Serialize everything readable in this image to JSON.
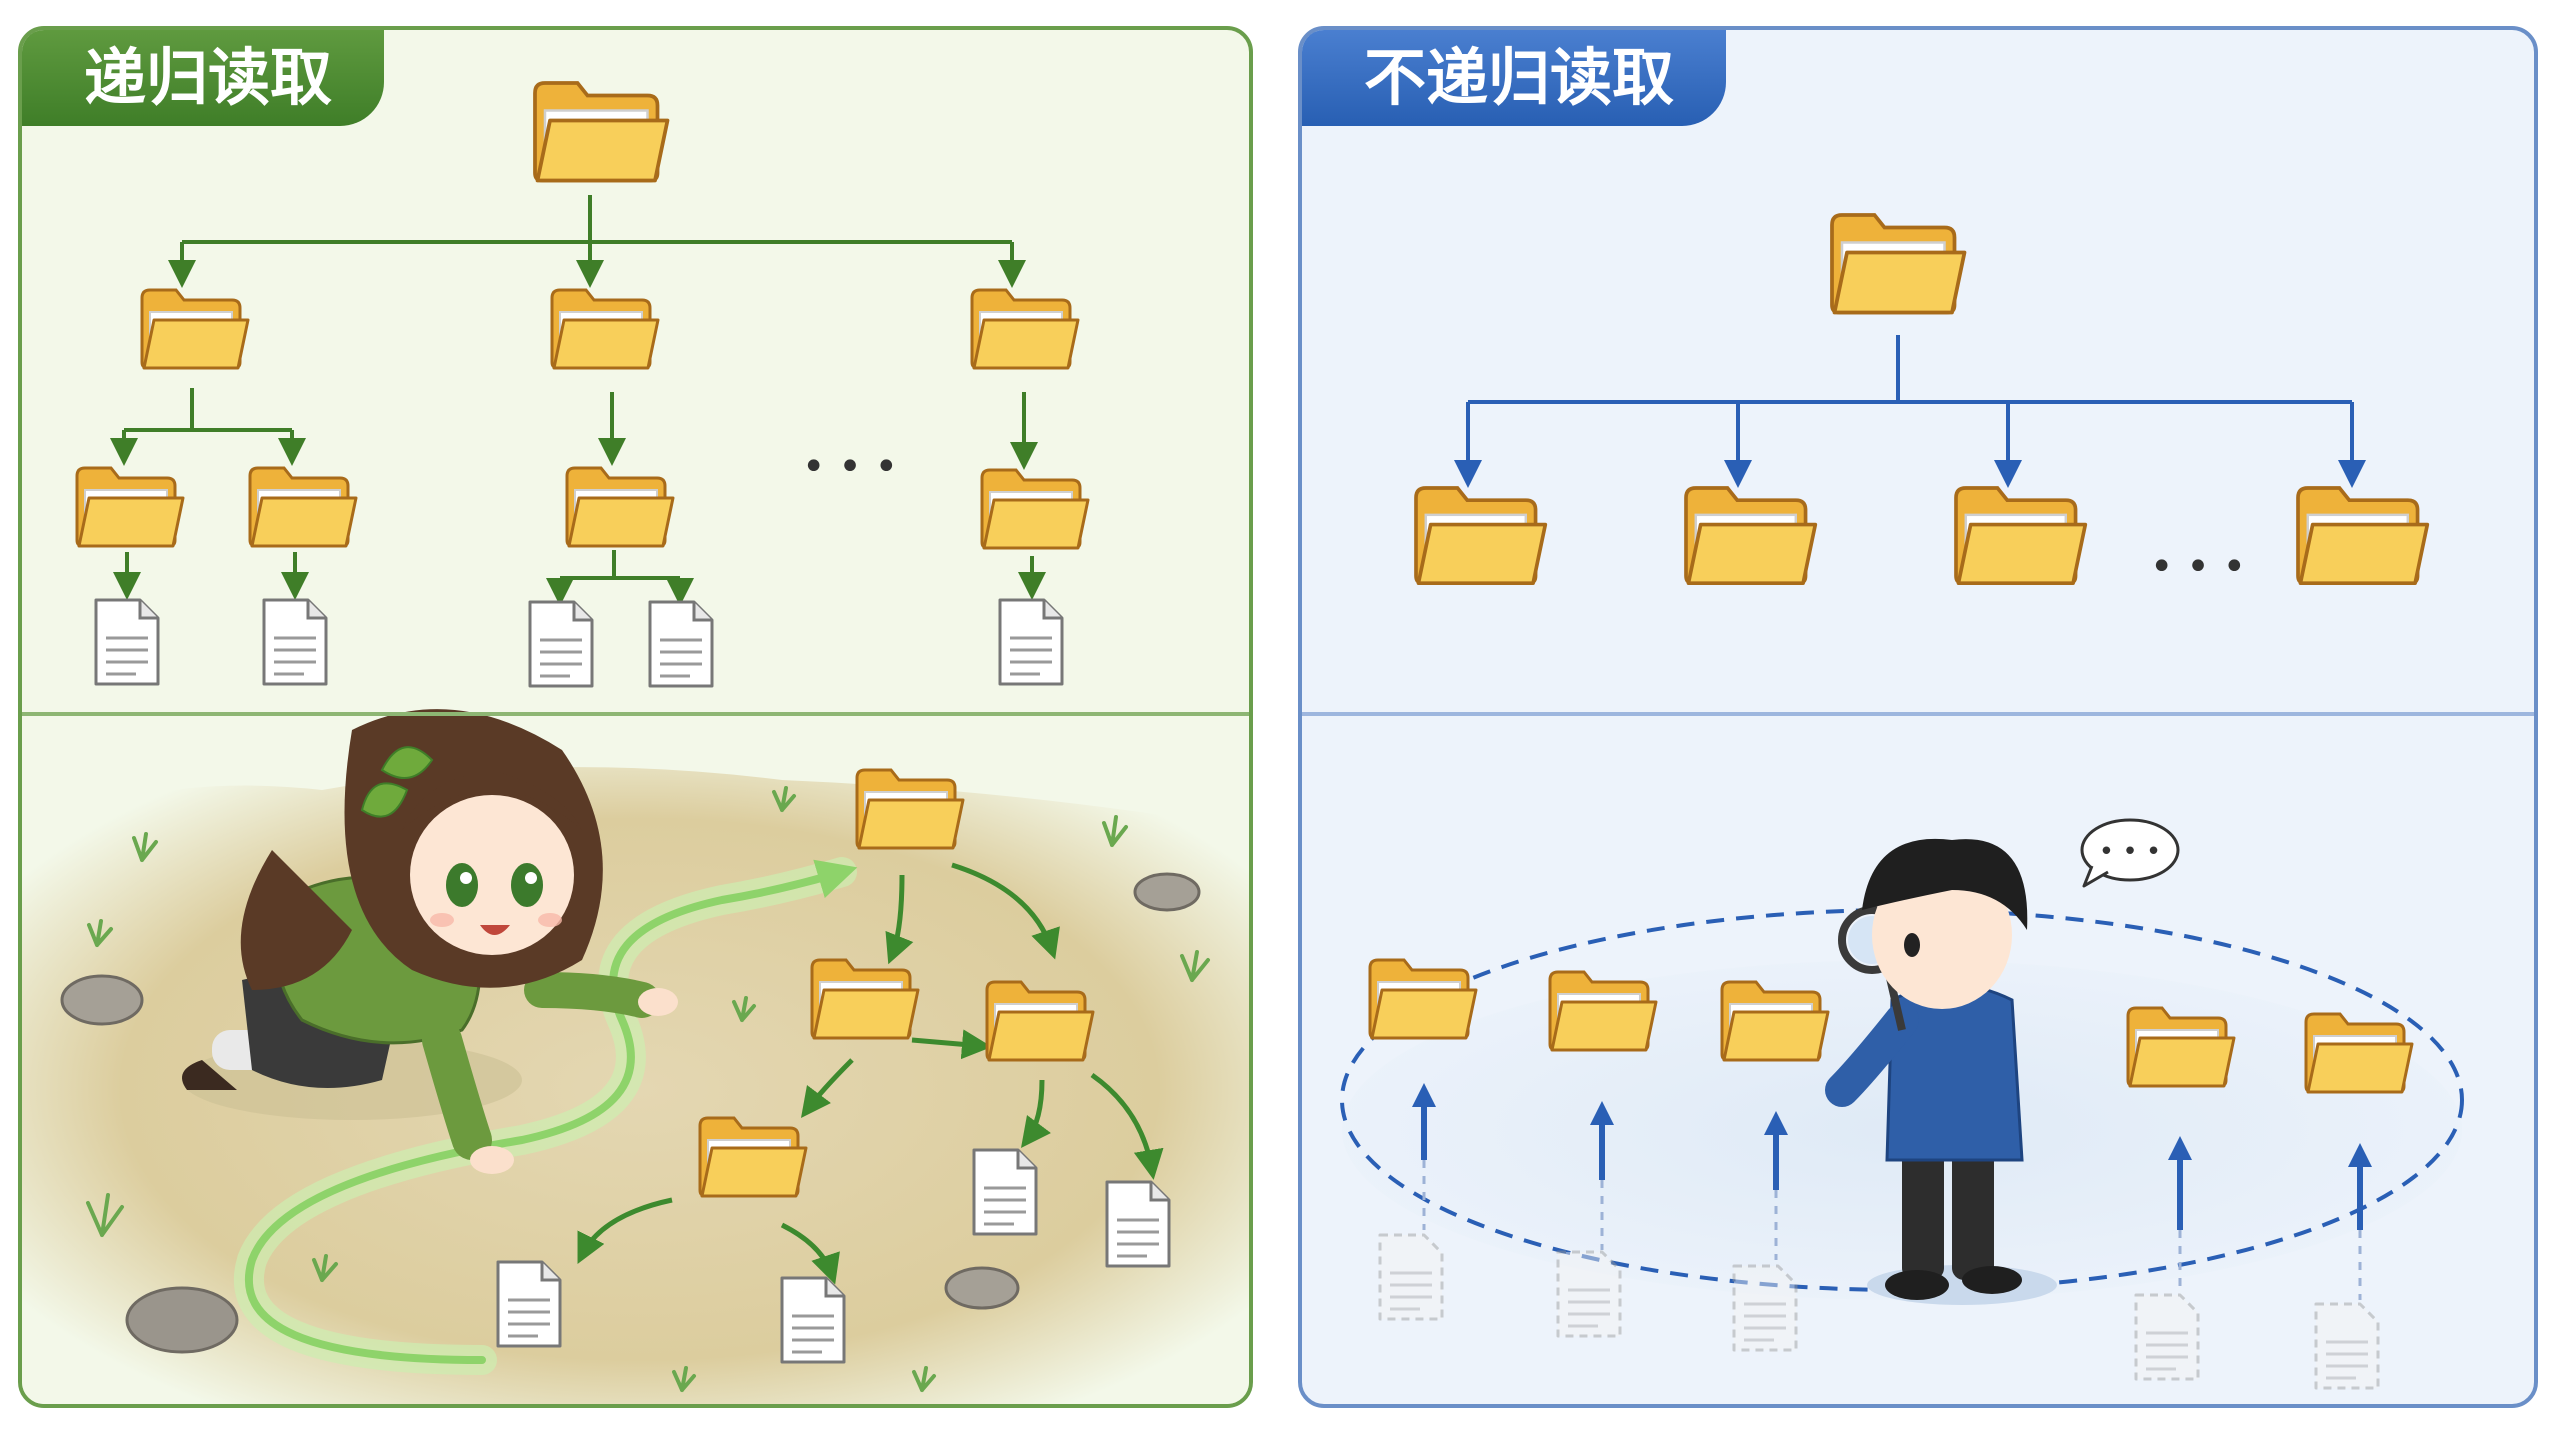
{
  "left_panel": {
    "label": "递归读取",
    "ellipsis": "• • •",
    "accent": "#3f7e28",
    "character": "girl-crawling-following-path"
  },
  "right_panel": {
    "label": "不递归读取",
    "ellipsis": "• • •",
    "accent": "#285fb3",
    "speech_bubble": "• • •",
    "character": "boy-with-magnifying-glass"
  },
  "colors": {
    "folder_fill": "#f8cf5a",
    "folder_back": "#eeb23a",
    "folder_stroke": "#a86b1a",
    "green_arrow": "#3f7e28",
    "blue_arrow": "#2a5fb5"
  }
}
